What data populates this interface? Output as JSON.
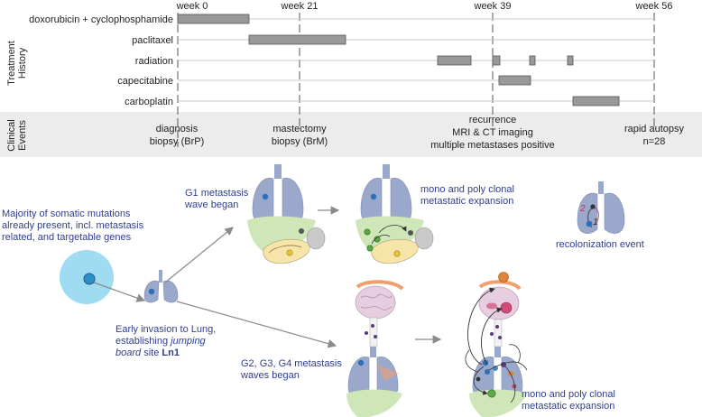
{
  "timeline": {
    "weeks": [
      "week 0",
      "week 21",
      "week 39",
      "week 56"
    ],
    "section_treatment": [
      "Treatment",
      "History"
    ],
    "section_clinical": [
      "Clinical",
      "Events"
    ],
    "treatments": [
      "doxorubicin + cyclophosphamide",
      "paclitaxel",
      "radiation",
      "capecitabine",
      "carboplatin"
    ],
    "events": {
      "e0": [
        "diagnosis",
        "biopsy (BrP)"
      ],
      "e21": [
        "mastectomy",
        "biopsy (BrM)"
      ],
      "e39": [
        "recurrence",
        "MRI & CT imaging",
        "multiple metastases positive"
      ],
      "e56": [
        "rapid autopsy",
        "n=28"
      ]
    }
  },
  "diagram": {
    "primary_text": [
      "Majority of somatic mutations",
      "already present, incl. metastasis",
      "related, and targetable genes"
    ],
    "lung_text_1": "Early invasion to Lung,",
    "lung_text_2a": "establishing ",
    "lung_text_2b": "jumping",
    "lung_text_3a": "board",
    "lung_text_3b": " site ",
    "lung_text_3c": "Ln1",
    "g1_text": [
      "G1 metastasis",
      "wave began"
    ],
    "mono_poly_top": [
      "mono and poly clonal",
      "metastatic expansion"
    ],
    "recolonization": "recolonization event",
    "recol_num_2": "2",
    "recol_num_1": "1",
    "g234_text": [
      "G2, G3, G4 metastasis",
      "waves began"
    ],
    "mono_poly_bottom": [
      "mono and poly clonal",
      "metastatic expansion"
    ]
  },
  "colors": {
    "bar": "#999999",
    "lung": "#9aa8cc",
    "liver": "#cfe6b8",
    "brain": "#e7cde0",
    "text_blue": "#2f3e8f",
    "primary_tumor": "#9fdcf2",
    "band": "#ececec"
  }
}
